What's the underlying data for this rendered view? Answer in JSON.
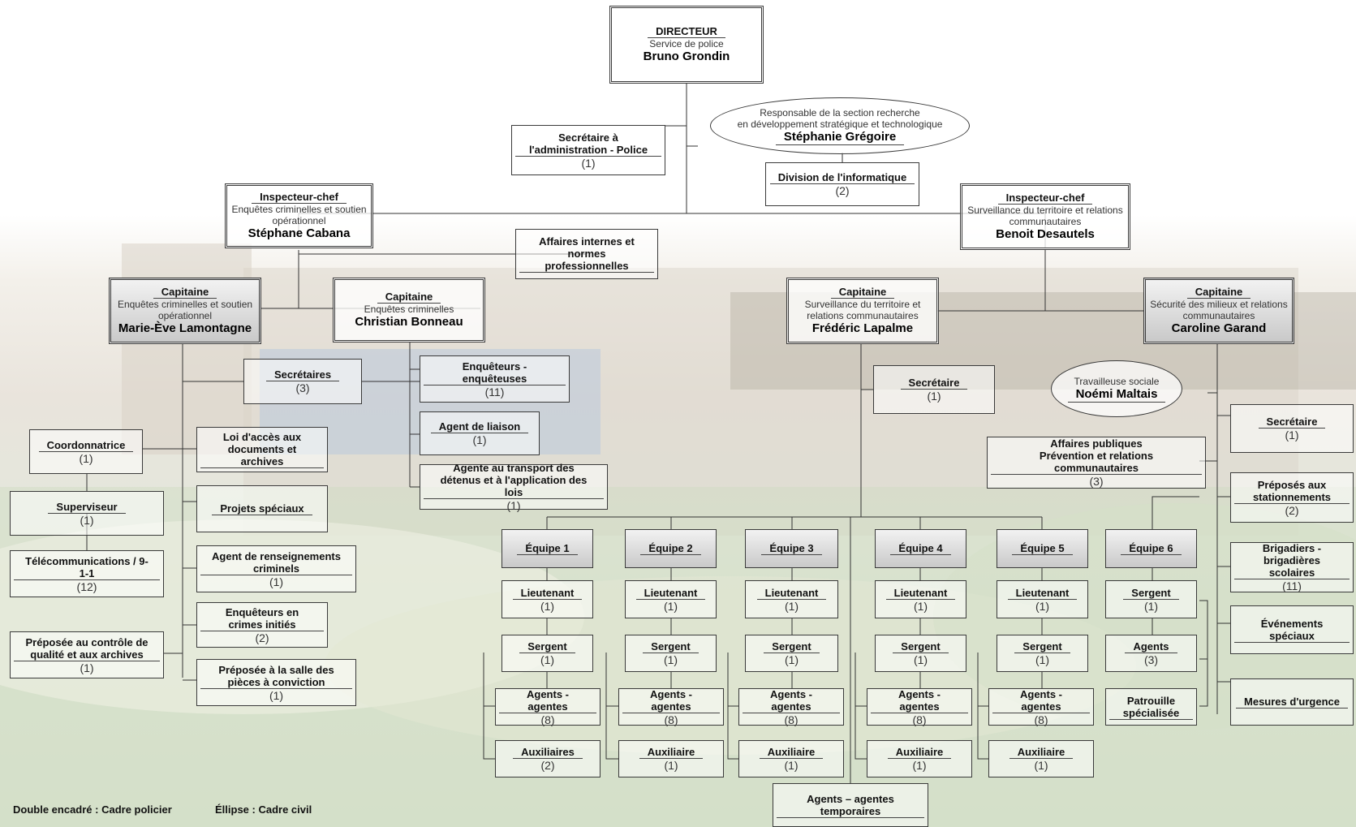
{
  "legend": {
    "double": "Double encadré : Cadre policier",
    "ellipse": "Éllipse : Cadre civil"
  },
  "directeur": {
    "title": "DIRECTEUR",
    "sub": "Service de police",
    "name": "Bruno Grondin"
  },
  "responsable": {
    "l1": "Responsable de la section recherche",
    "l2": "en développement stratégique et technologique",
    "name": "Stéphanie Grégoire"
  },
  "secretaire_admin": {
    "title": "Secrétaire à l'administration - Police",
    "count": "(1)"
  },
  "division_info": {
    "title": "Division de l'informatique",
    "count": "(2)"
  },
  "insp_left": {
    "title": "Inspecteur-chef",
    "sub": "Enquêtes criminelles et soutien opérationnel",
    "name": "Stéphane Cabana"
  },
  "insp_right": {
    "title": "Inspecteur-chef",
    "sub": "Surveillance du territoire et relations communautaires",
    "name": "Benoit Desautels"
  },
  "affaires_internes": {
    "title": "Affaires internes et normes professionnelles"
  },
  "cap1": {
    "title": "Capitaine",
    "sub": "Enquêtes criminelles et soutien opérationnel",
    "name": "Marie-Ève Lamontagne"
  },
  "cap2": {
    "title": "Capitaine",
    "sub": "Enquêtes criminelles",
    "name": "Christian Bonneau"
  },
  "cap3": {
    "title": "Capitaine",
    "sub": "Surveillance du territoire et relations communautaires",
    "name": "Frédéric Lapalme"
  },
  "cap4": {
    "title": "Capitaine",
    "sub": "Sécurité des milieux et relations communautaires",
    "name": "Caroline Garand"
  },
  "secretaires3": {
    "title": "Secrétaires",
    "count": "(3)"
  },
  "enqueteurs11": {
    "title": "Enquêteurs - enquêteuses",
    "count": "(11)"
  },
  "agent_liaison": {
    "title": "Agent de liaison",
    "count": "(1)"
  },
  "agent_transport": {
    "title": "Agente au transport des détenus et à l'application des lois",
    "count": "(1)"
  },
  "coordonnatrice": {
    "title": "Coordonnatrice",
    "count": "(1)"
  },
  "loi_acces": {
    "title": "Loi d'accès aux documents et archives"
  },
  "superviseur": {
    "title": "Superviseur",
    "count": "(1)"
  },
  "projets_speciaux": {
    "title": "Projets spéciaux"
  },
  "telecom": {
    "title": "Télécommunications / 9-1-1",
    "count": "(12)"
  },
  "agent_renseignements": {
    "title": "Agent de renseignements criminels",
    "count": "(1)"
  },
  "enqueteurs_crimes": {
    "title": "Enquêteurs en crimes initiés",
    "count": "(2)"
  },
  "preposee_controle": {
    "title": "Préposée au contrôle de qualité et aux archives",
    "count": "(1)"
  },
  "preposee_salle": {
    "title": "Préposée à la salle des pièces à conviction",
    "count": "(1)"
  },
  "secretaire_cap3": {
    "title": "Secrétaire",
    "count": "(1)"
  },
  "travailleuse": {
    "title": "Travailleuse sociale",
    "name": "Noémi Maltais"
  },
  "affaires_publiques": {
    "l1": "Affaires publiques",
    "l2": "Prévention et relations communautaires",
    "count": "(3)"
  },
  "secretaire_cap4": {
    "title": "Secrétaire",
    "count": "(1)"
  },
  "preposes_station": {
    "title": "Préposés aux stationnements",
    "count": "(2)"
  },
  "brigadiers": {
    "title": "Brigadiers - brigadières scolaires",
    "count": "(11)"
  },
  "evenements": {
    "title": "Événements spéciaux"
  },
  "mesures_urgence": {
    "title": "Mesures d'urgence"
  },
  "agents_temp": {
    "title": "Agents – agentes temporaires"
  },
  "equipes": [
    {
      "name": "Équipe 1",
      "lt": "Lieutenant",
      "lt_c": "(1)",
      "sg": "Sergent",
      "sg_c": "(1)",
      "ag": "Agents - agentes",
      "ag_c": "(8)",
      "aux": "Auxiliaires",
      "aux_c": "(2)"
    },
    {
      "name": "Équipe 2",
      "lt": "Lieutenant",
      "lt_c": "(1)",
      "sg": "Sergent",
      "sg_c": "(1)",
      "ag": "Agents - agentes",
      "ag_c": "(8)",
      "aux": "Auxiliaire",
      "aux_c": "(1)"
    },
    {
      "name": "Équipe 3",
      "lt": "Lieutenant",
      "lt_c": "(1)",
      "sg": "Sergent",
      "sg_c": "(1)",
      "ag": "Agents - agentes",
      "ag_c": "(8)",
      "aux": "Auxiliaire",
      "aux_c": "(1)"
    },
    {
      "name": "Équipe 4",
      "lt": "Lieutenant",
      "lt_c": "(1)",
      "sg": "Sergent",
      "sg_c": "(1)",
      "ag": "Agents - agentes",
      "ag_c": "(8)",
      "aux": "Auxiliaire",
      "aux_c": "(1)"
    },
    {
      "name": "Équipe 5",
      "lt": "Lieutenant",
      "lt_c": "(1)",
      "sg": "Sergent",
      "sg_c": "(1)",
      "ag": "Agents - agentes",
      "ag_c": "(8)",
      "aux": "Auxiliaire",
      "aux_c": "(1)"
    }
  ],
  "equipe6": {
    "name": "Équipe 6",
    "sg": "Sergent",
    "sg_c": "(1)",
    "ag": "Agents",
    "ag_c": "(3)",
    "patrouille": "Patrouille spécialisée"
  }
}
